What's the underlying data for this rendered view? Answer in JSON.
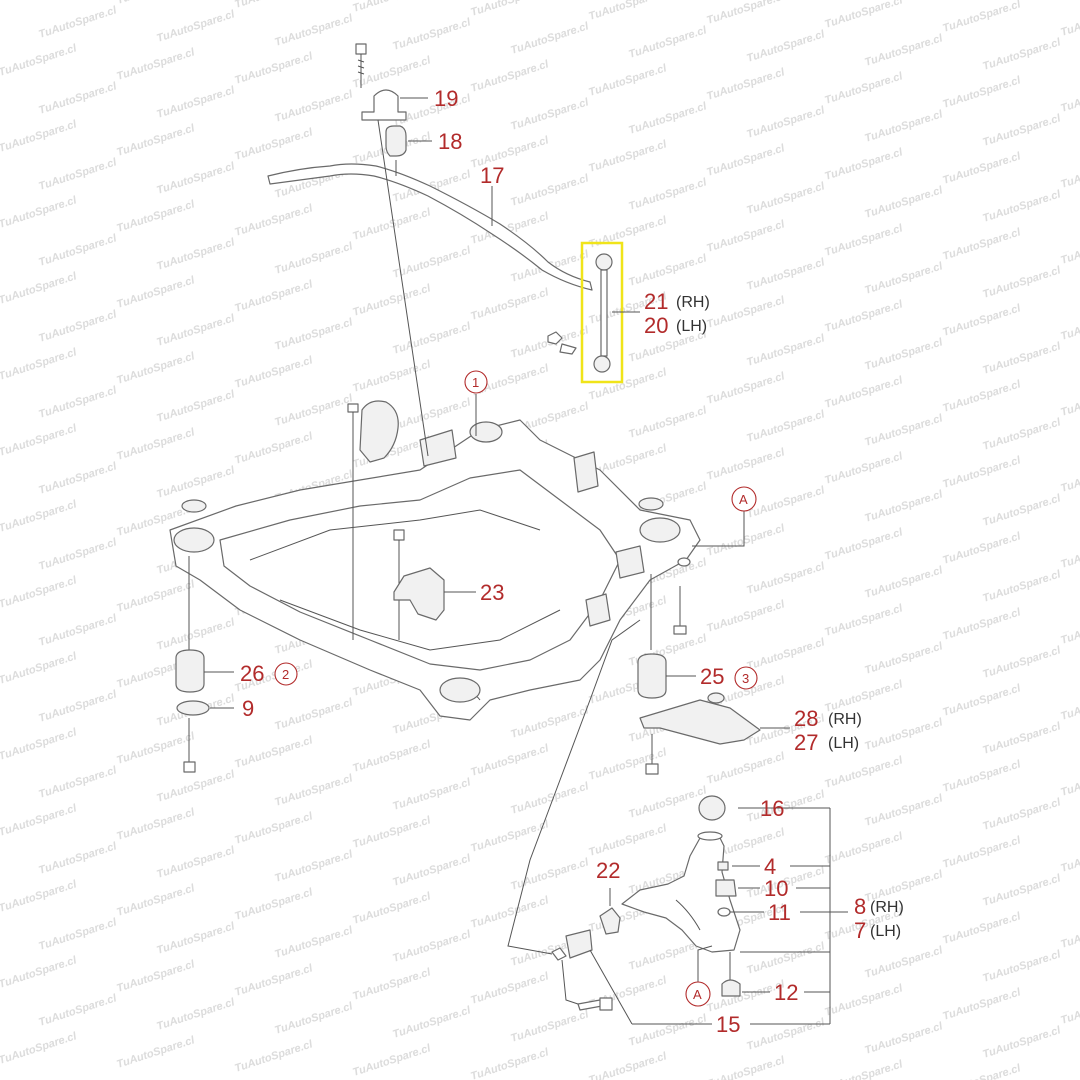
{
  "watermark": {
    "text": "TuAutoSpare.cl"
  },
  "colors": {
    "label": "#b22b2b",
    "highlight": "#f0e419",
    "line": "#555555"
  },
  "labels": {
    "p19": "19",
    "p18": "18",
    "p17": "17",
    "p21": "21",
    "p21_side": "(RH)",
    "p20": "20",
    "p20_side": "(LH)",
    "p1": "1",
    "p23": "23",
    "p26": "26",
    "p26_ref": "2",
    "p9": "9",
    "p25": "25",
    "p25_ref": "3",
    "p28": "28",
    "p28_side": "(RH)",
    "p27": "27",
    "p27_side": "(LH)",
    "p16": "16",
    "p4": "4",
    "p10": "10",
    "p11": "11",
    "p8": "8",
    "p8_side": "(RH)",
    "p7": "7",
    "p7_side": "(LH)",
    "p22": "22",
    "p12": "12",
    "p15": "15",
    "refA_top": "A",
    "refA_bottom": "A"
  },
  "highlighted_part": "21"
}
